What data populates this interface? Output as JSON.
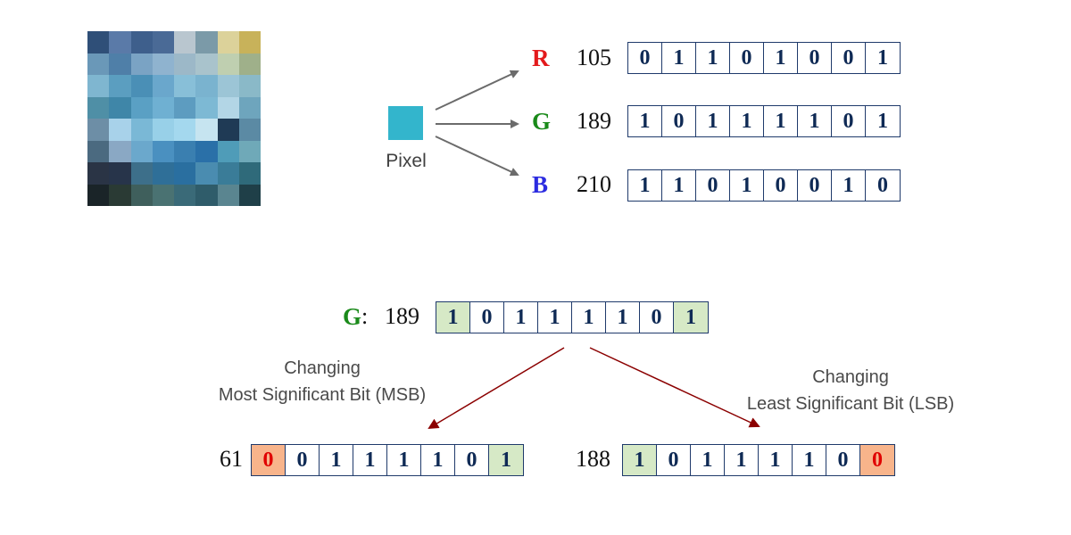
{
  "image_grid": {
    "colors": [
      "#2f4f78",
      "#5a7aa8",
      "#3e5f8c",
      "#4a6a96",
      "#b9c6cf",
      "#7b9aa8",
      "#dcd29a",
      "#c8b25a",
      "#6a98b8",
      "#4f7fa8",
      "#7aa3c4",
      "#8fb3cf",
      "#9cb8c8",
      "#a9c3cc",
      "#bfcfb0",
      "#9fb08a",
      "#7fb6d0",
      "#5b9ec0",
      "#4a8fb6",
      "#6aa7cc",
      "#88bfd8",
      "#7ab3cf",
      "#9cc5d6",
      "#8ab9c8",
      "#4f8fa6",
      "#3f86a8",
      "#5aa0c4",
      "#6fb0d2",
      "#5d9cc0",
      "#7db9d4",
      "#b3d6e6",
      "#6ea5bd",
      "#6d8ea6",
      "#a8d2ea",
      "#7ab8d6",
      "#98d0e8",
      "#a4d8ee",
      "#c6e4f0",
      "#1f3a55",
      "#5b8aa4",
      "#4b6a80",
      "#8aa8c4",
      "#6ba8cc",
      "#4a90c0",
      "#3a7fb0",
      "#2a70a8",
      "#4f9cb8",
      "#6fa9b8",
      "#2a3445",
      "#27344a",
      "#3d6f8a",
      "#2f6f98",
      "#2a6fa0",
      "#4a8cb0",
      "#3a7c98",
      "#2f6a7a",
      "#1a2428",
      "#2a3a34",
      "#3f5f5c",
      "#4a7272",
      "#3a6a78",
      "#2f5c6a",
      "#5a8590",
      "#1f3f48"
    ]
  },
  "pixel": {
    "label": "Pixel",
    "color": "#33b5cc"
  },
  "channels": [
    {
      "letter": "R",
      "color": "#e31a1c",
      "value": "105",
      "bits": [
        "0",
        "1",
        "1",
        "0",
        "1",
        "0",
        "0",
        "1"
      ]
    },
    {
      "letter": "G",
      "color": "#1a8a1a",
      "value": "189",
      "bits": [
        "1",
        "0",
        "1",
        "1",
        "1",
        "1",
        "0",
        "1"
      ]
    },
    {
      "letter": "B",
      "color": "#2b2be0",
      "value": "210",
      "bits": [
        "1",
        "1",
        "0",
        "1",
        "0",
        "0",
        "1",
        "0"
      ]
    }
  ],
  "focus": {
    "letter": "G",
    "colon": ":",
    "value": "189",
    "bits": [
      "1",
      "0",
      "1",
      "1",
      "1",
      "1",
      "0",
      "1"
    ]
  },
  "msb": {
    "caption_line1": "Changing",
    "caption_line2": "Most Significant Bit (MSB)",
    "value": "61",
    "bits": [
      "0",
      "0",
      "1",
      "1",
      "1",
      "1",
      "0",
      "1"
    ]
  },
  "lsb": {
    "caption_line1": "Changing",
    "caption_line2": "Least Significant Bit (LSB)",
    "value": "188",
    "bits": [
      "1",
      "0",
      "1",
      "1",
      "1",
      "1",
      "0",
      "0"
    ]
  }
}
